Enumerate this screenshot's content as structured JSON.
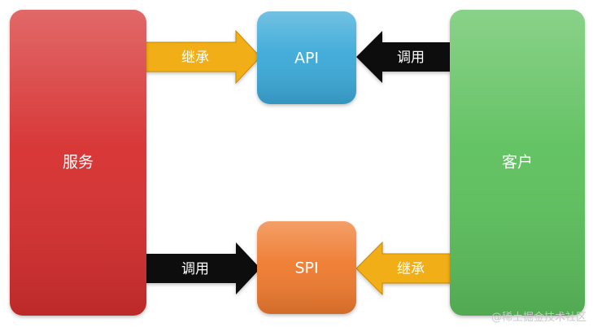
{
  "nodes": {
    "service": {
      "label": "服务",
      "color": "#d62f2f"
    },
    "api": {
      "label": "API",
      "color": "#3aa9d8"
    },
    "spi": {
      "label": "SPI",
      "color": "#ee7a2e"
    },
    "client": {
      "label": "客户",
      "color": "#5cc05c"
    }
  },
  "arrows": {
    "service_to_api": {
      "label": "继承",
      "color": "#f2ae17"
    },
    "client_to_api": {
      "label": "调用",
      "color": "#0c0c0c"
    },
    "service_to_spi": {
      "label": "调用",
      "color": "#0c0c0c"
    },
    "client_to_spi": {
      "label": "继承",
      "color": "#f2ae17"
    }
  },
  "watermark": "@稀土掘金技术社区"
}
